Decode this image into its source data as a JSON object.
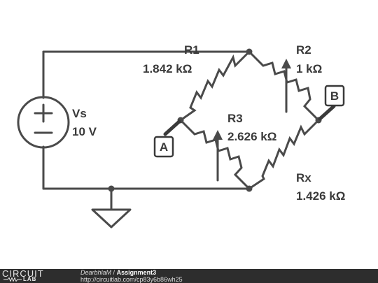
{
  "components": {
    "vs": {
      "name": "Vs",
      "value": "10 V"
    },
    "r1": {
      "name": "R1",
      "value": "1.842 kΩ"
    },
    "r2": {
      "name": "R2",
      "value": "1 kΩ"
    },
    "r3": {
      "name": "R3",
      "value": "2.626 kΩ"
    },
    "rx": {
      "name": "Rx",
      "value": "1.426 kΩ"
    }
  },
  "probes": {
    "a": "A",
    "b": "B"
  },
  "footer": {
    "logo_top": "CIRCUIT",
    "logo_bottom": "LAB",
    "author": "DearbhlaM",
    "separator": "/",
    "title": "Assignment3",
    "url": "http://circuitlab.com/cp83y6b86wh25"
  },
  "colors": {
    "ink": "#4a4a4a",
    "footer_bg": "#2d2d2d"
  }
}
